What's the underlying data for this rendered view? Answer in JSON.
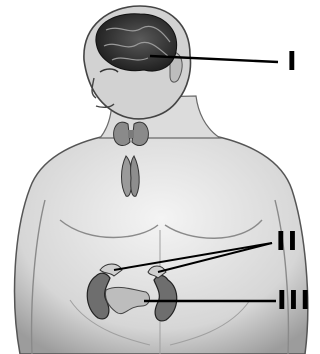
{
  "diagram": {
    "labels": [
      {
        "id": "I",
        "text": "I"
      },
      {
        "id": "II",
        "text": "II"
      },
      {
        "id": "III",
        "text": "III"
      }
    ],
    "colors": {
      "ink": "#000000",
      "skin": "#e6e6e6",
      "shade": "#9a9a9a",
      "organ": "#6e6e6e"
    }
  }
}
